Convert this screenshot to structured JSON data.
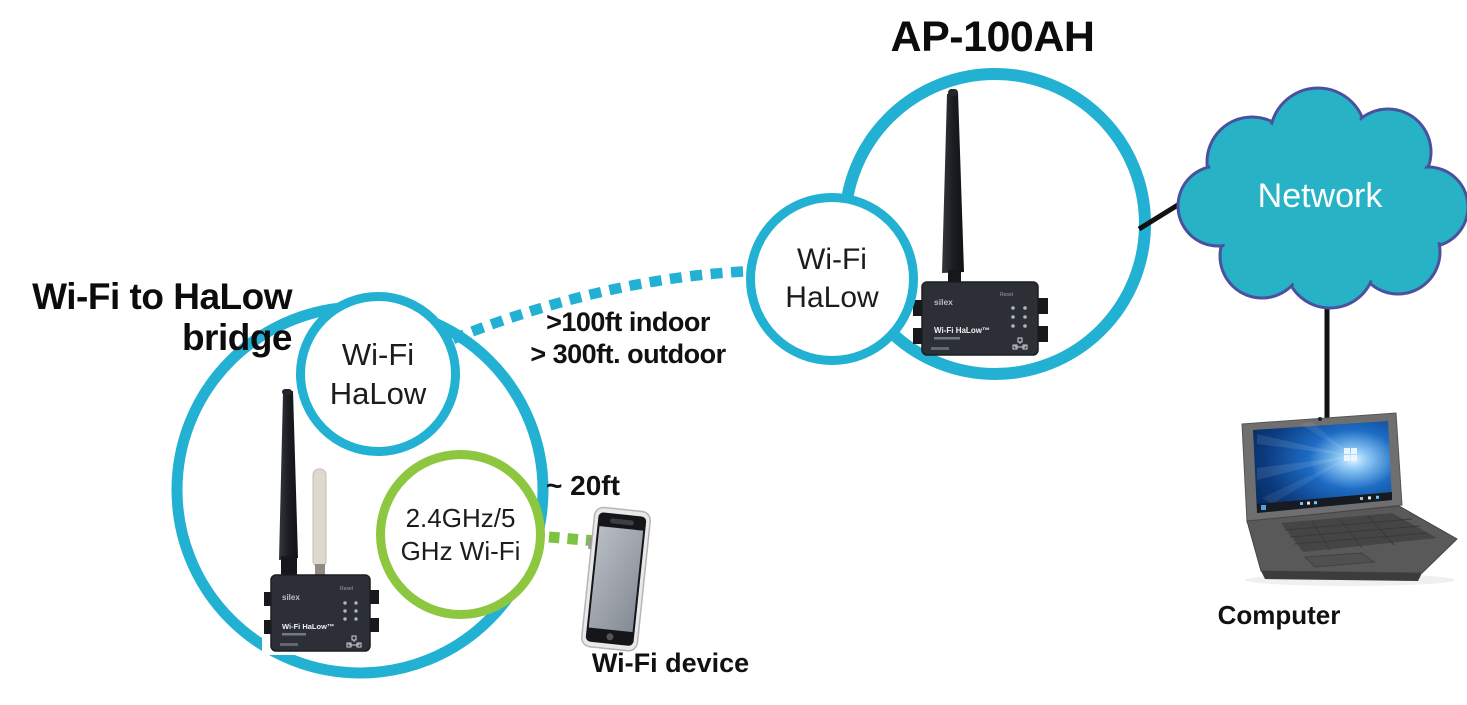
{
  "bridge_group": {
    "title_line1": "Wi-Fi to HaLow",
    "title_line2": "bridge",
    "badge_halow": {
      "line1": "Wi-Fi",
      "line2": "HaLow"
    },
    "badge_wifi": {
      "line1": "2.4GHz/5",
      "line2": "GHz Wi-Fi"
    },
    "device": {
      "brand": "silex",
      "reset_label": "Reset",
      "product_label": "Wi-Fi HaLow™"
    }
  },
  "ap_group": {
    "title": "AP-100AH",
    "badge_halow": {
      "line1": "Wi-Fi",
      "line2": "HaLow"
    },
    "device": {
      "brand": "silex",
      "reset_label": "Reset",
      "product_label": "Wi-Fi HaLow™"
    }
  },
  "links": {
    "halow_distance_line1": ">100ft indoor",
    "halow_distance_line2": "> 300ft. outdoor",
    "wifi_distance": "~ 20ft"
  },
  "network_cloud": {
    "label": "Network"
  },
  "computer": {
    "label": "Computer"
  },
  "wifi_device": {
    "label": "Wi-Fi device"
  },
  "colors": {
    "cyan": "#22b1d2",
    "green": "#8dc63f",
    "cloud_fill": "#27b2c6",
    "cloud_border": "#4a519e",
    "line_black": "#111111"
  }
}
